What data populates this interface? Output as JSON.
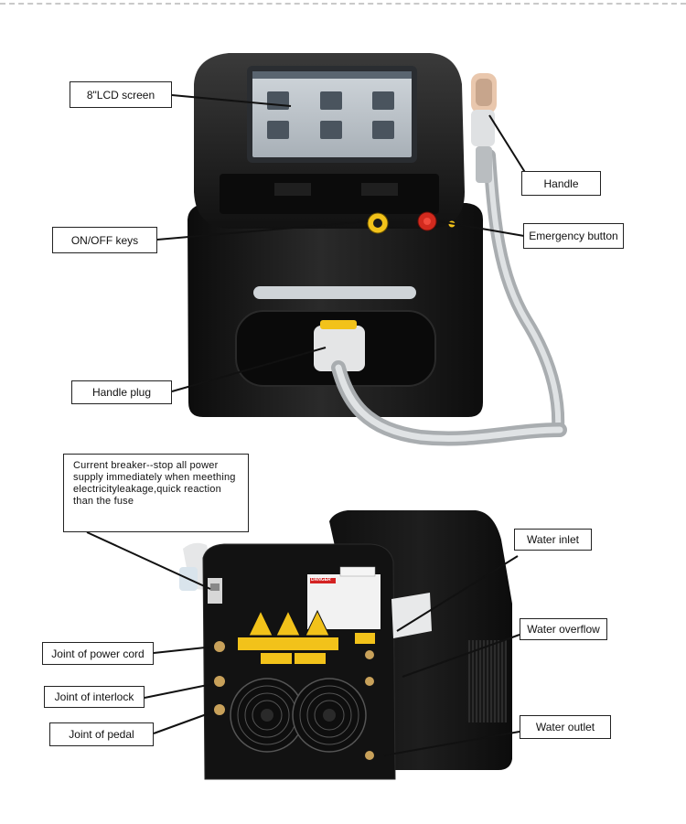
{
  "callouts": {
    "lcd_screen": "8\"LCD screen",
    "on_off_keys": "ON/OFF keys",
    "handle_plug": "Handle plug",
    "handle": "Handle",
    "emergency_button": "Emergency button",
    "current_breaker": "Current breaker--stop all power supply immediately when meething electricityleakage,quick reaction than the fuse",
    "water_inlet": "Water inlet",
    "water_overflow": "Water overflow",
    "water_outlet": "Water outlet",
    "joint_power_cord": "Joint of power cord",
    "joint_interlock": "Joint of interlock",
    "joint_pedal": "Joint of pedal"
  },
  "device_labels": {
    "danger_tag": "DANGER"
  },
  "colors": {
    "body": "#151515",
    "screen_frame": "#2a2d31",
    "screen": "#b8bfc6",
    "warning_yellow": "#f2c21a",
    "emergency_red": "#d22a1e",
    "hose": "#c9cccf"
  }
}
